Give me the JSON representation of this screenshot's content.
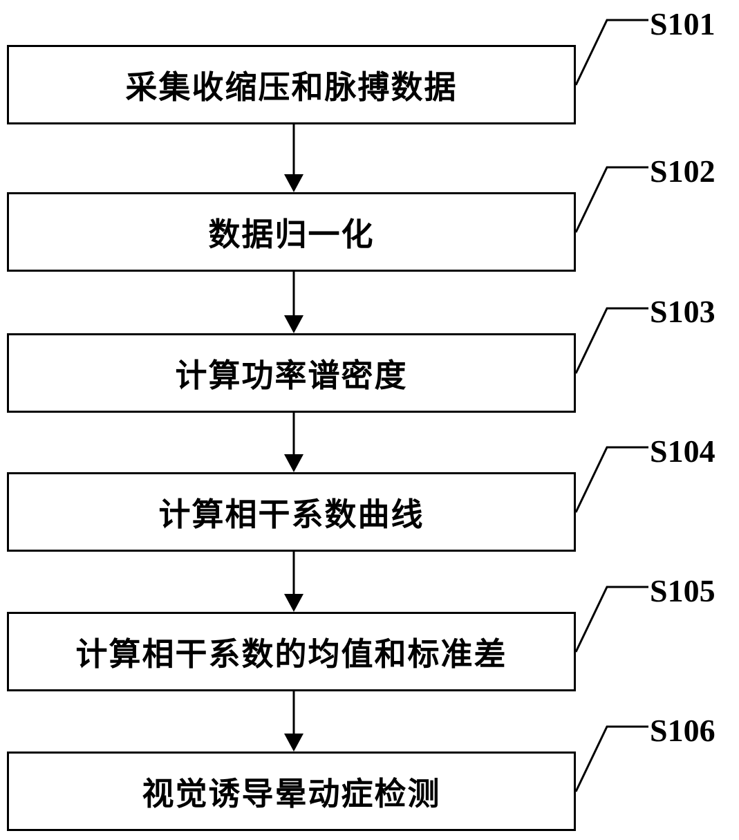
{
  "flowchart": {
    "steps": [
      {
        "id": "S101",
        "label": "采集收缩压和脉搏数据"
      },
      {
        "id": "S102",
        "label": "数据归一化"
      },
      {
        "id": "S103",
        "label": "计算功率谱密度"
      },
      {
        "id": "S104",
        "label": "计算相干系数曲线"
      },
      {
        "id": "S105",
        "label": "计算相干系数的均值和标准差"
      },
      {
        "id": "S106",
        "label": "视觉诱导晕动症检测"
      }
    ]
  },
  "colors": {
    "stroke": "#000000",
    "background": "#ffffff"
  }
}
